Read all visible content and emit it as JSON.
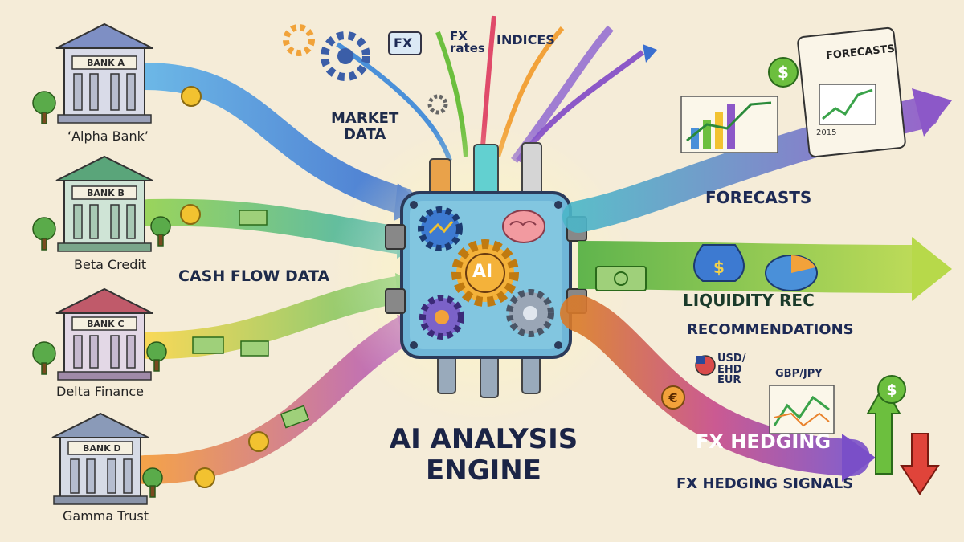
{
  "banks": [
    {
      "sign": "BANK A",
      "name": "‘Alpha Bank’"
    },
    {
      "sign": "BANK B",
      "name": "Beta Credit"
    },
    {
      "sign": "BANK C",
      "name": "Delta Finance"
    },
    {
      "sign": "BANK D",
      "name": "Gamma Trust"
    }
  ],
  "inputs": {
    "cash_flow": "CASH FLOW DATA",
    "market_data": "MARKET\nDATA",
    "fx": "FX",
    "fx_rates": "FX\nrates",
    "indices": "INDICES"
  },
  "engine": {
    "chip": "AI",
    "title_line1": "AI ANALYSIS",
    "title_line2": "ENGINE"
  },
  "outputs": {
    "forecasts_doc": "FORECASTS",
    "forecasts_year": "2015",
    "forecasts": "FORECASTS",
    "liquidity_arrow": "LIQUIDITY REC",
    "recommendations": "RECOMMENDATIONS",
    "fx_pair1": "USD/\nEHD\nEUR",
    "fx_pair2": "GBP/JPY",
    "fx_hedging": "FX HEDGING",
    "fx_signals": "FX HEDGING SIGNALS"
  },
  "colors": {
    "background": "#f5ecd8",
    "engine_body": "#6fb6d8",
    "chip": "#f4b23a",
    "arrow_blue": "#4a90d9",
    "arrow_green": "#6cbf3e",
    "arrow_yellow": "#f2c230",
    "arrow_orange": "#e9822b",
    "arrow_purple": "#8c58c8"
  }
}
